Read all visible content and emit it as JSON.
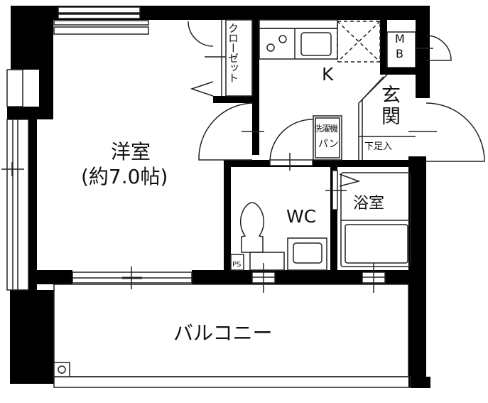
{
  "floor_plan": {
    "rooms": {
      "western_room": {
        "name": "洋室",
        "size": "(約7.0帖)"
      },
      "closet": {
        "name": "クローゼット"
      },
      "kitchen": {
        "name": "K"
      },
      "meter_box": {
        "name": "MB",
        "line1": "M",
        "line2": "B"
      },
      "entrance": {
        "name": "玄関",
        "shoe_storage": "下足入"
      },
      "washer_pan": {
        "line1": "洗濯機",
        "line2": "パン"
      },
      "toilet": {
        "name": "WC"
      },
      "bathroom": {
        "name": "浴室"
      },
      "pipe_space": {
        "name": "PS"
      },
      "balcony": {
        "name": "バルコニー"
      }
    },
    "colors": {
      "wall": "#000000",
      "background": "#ffffff",
      "line": "#222222"
    }
  }
}
